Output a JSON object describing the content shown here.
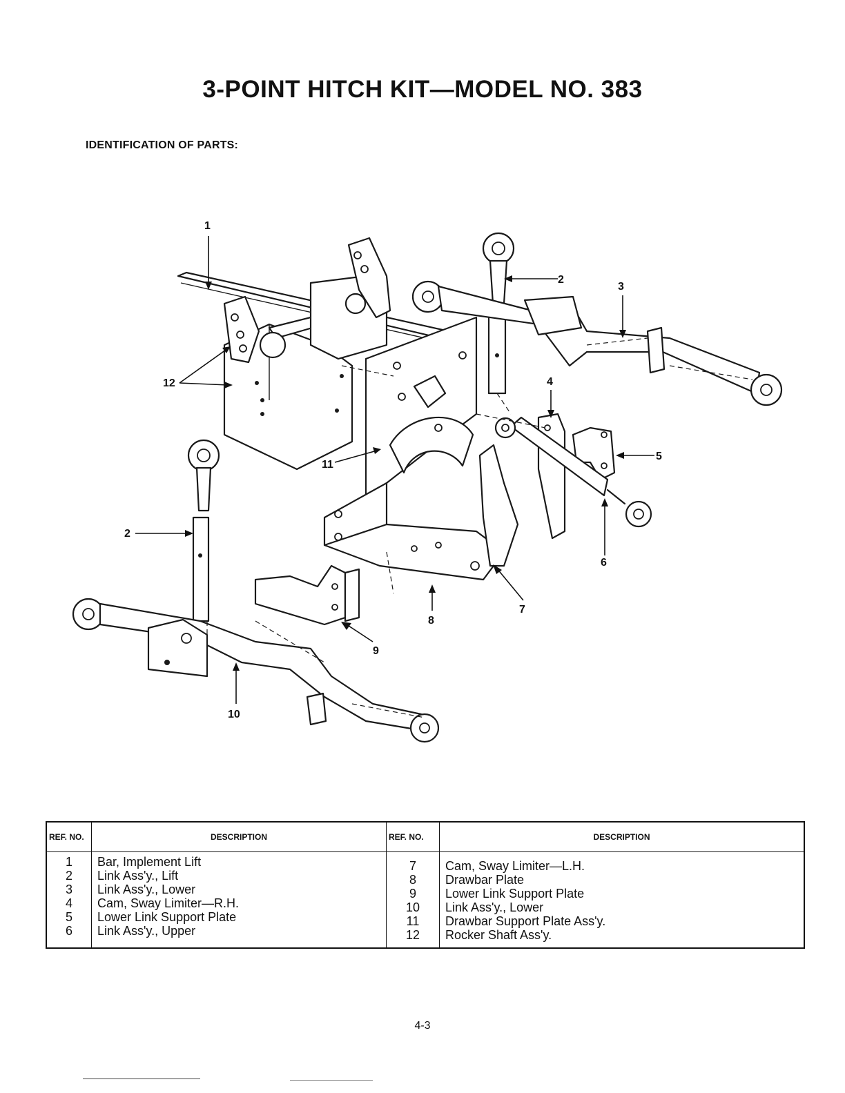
{
  "title": "3-POINT HITCH KIT—MODEL NO. 383",
  "subtitle": "IDENTIFICATION OF PARTS:",
  "diagram": {
    "callouts": [
      "1",
      "2",
      "3",
      "4",
      "5",
      "6",
      "7",
      "8",
      "9",
      "10",
      "11",
      "12",
      "2"
    ]
  },
  "table": {
    "headers": {
      "ref_left": "REF. NO.",
      "desc_left": "DESCRIPTION",
      "ref_right": "REF. NO.",
      "desc_right": "DESCRIPTION"
    },
    "left_rows": [
      {
        "ref": "1",
        "desc": "Bar, Implement Lift"
      },
      {
        "ref": "2",
        "desc": "Link Ass'y., Lift"
      },
      {
        "ref": "3",
        "desc": "Link Ass'y., Lower"
      },
      {
        "ref": "4",
        "desc": "Cam, Sway Limiter—R.H."
      },
      {
        "ref": "5",
        "desc": "Lower Link Support Plate"
      },
      {
        "ref": "6",
        "desc": "Link Ass'y., Upper"
      }
    ],
    "right_rows": [
      {
        "ref": "7",
        "desc": "Cam, Sway Limiter—L.H."
      },
      {
        "ref": "8",
        "desc": "Drawbar Plate"
      },
      {
        "ref": "9",
        "desc": "Lower Link Support Plate"
      },
      {
        "ref": "10",
        "desc": "Link Ass'y., Lower"
      },
      {
        "ref": "11",
        "desc": "Drawbar Support Plate Ass'y."
      },
      {
        "ref": "12",
        "desc": "Rocker Shaft Ass'y."
      }
    ]
  },
  "page_number": "4-3"
}
